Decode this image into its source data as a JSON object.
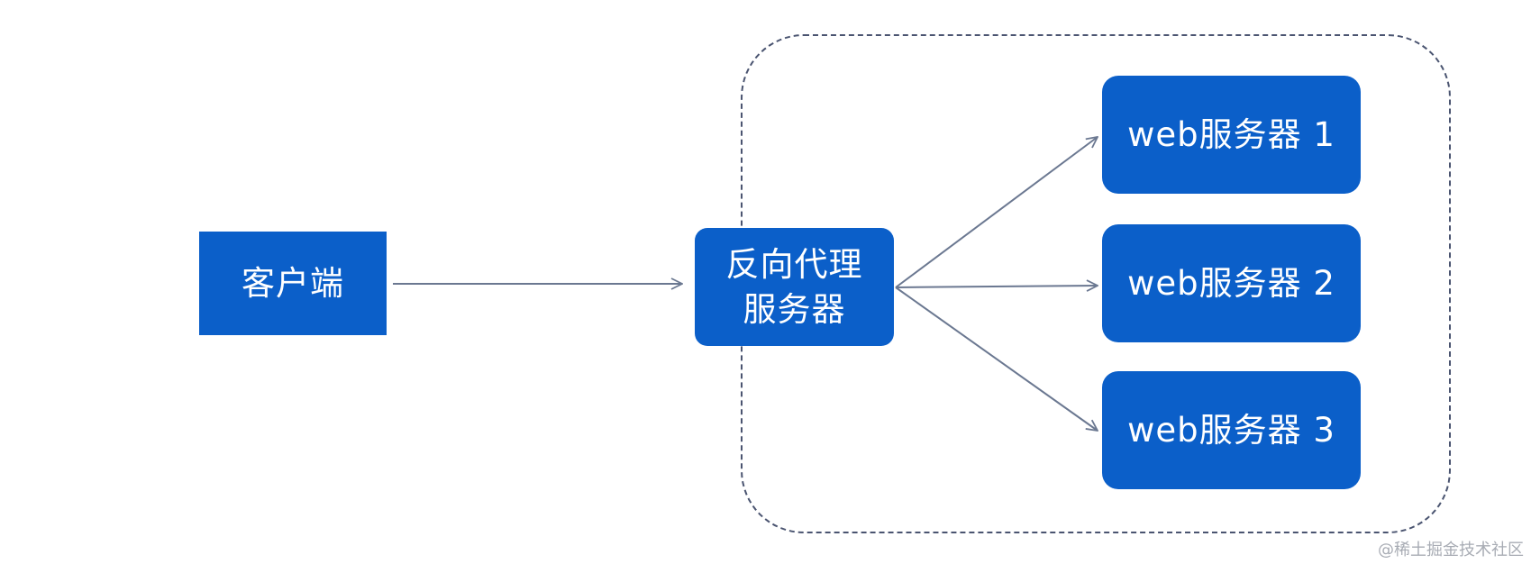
{
  "diagram": {
    "client": {
      "label": "客户端"
    },
    "proxy": {
      "line1": "反向代理",
      "line2": "服务器"
    },
    "web_servers": [
      {
        "label": "web服务器 1"
      },
      {
        "label": "web服务器 2"
      },
      {
        "label": "web服务器 3"
      }
    ]
  },
  "watermark": "@稀土掘金技术社区",
  "colors": {
    "node_fill": "#0b5fc9",
    "node_text": "#ffffff",
    "arrow": "#6b7891",
    "group_border": "#4a5470"
  }
}
